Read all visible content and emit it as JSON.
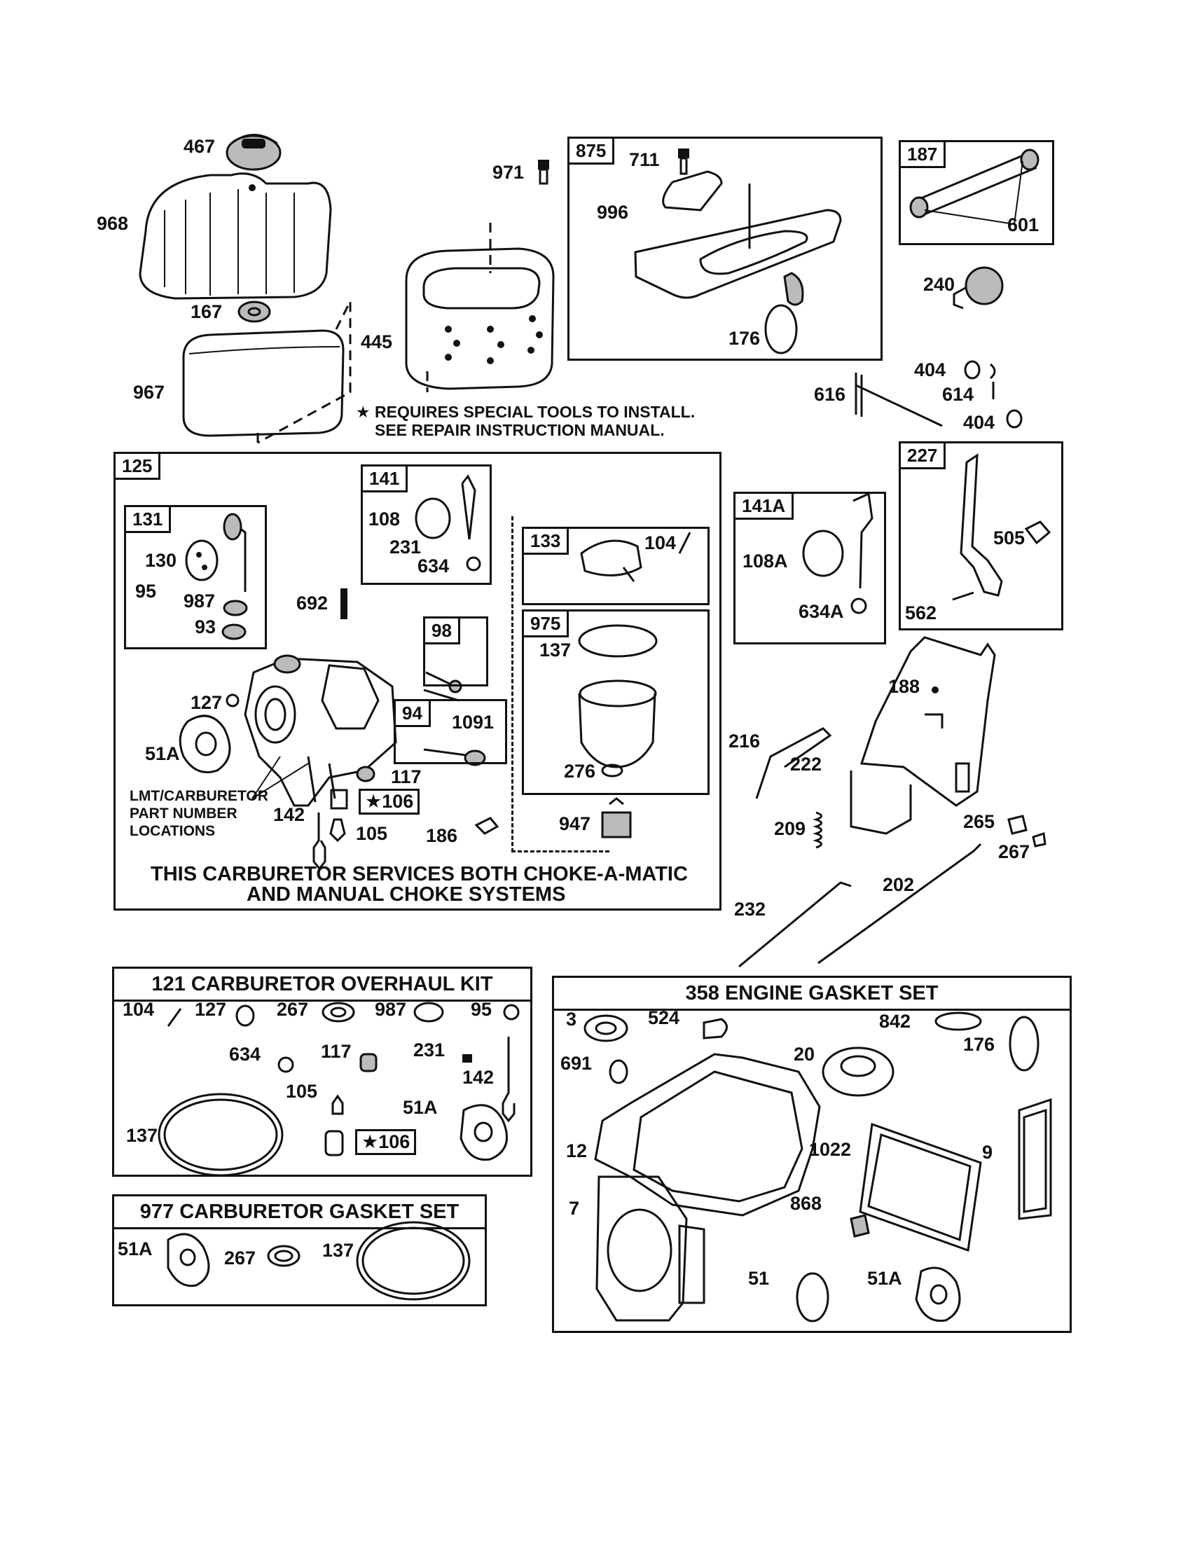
{
  "notes": {
    "special_tools": "★ REQUIRES SPECIAL TOOLS TO INSTALL.",
    "special_tools_2": "SEE REPAIR INSTRUCTION MANUAL.",
    "lmt_line1": "LMT/CARBURETOR",
    "lmt_line2": "PART NUMBER",
    "lmt_line3": "LOCATIONS",
    "carb_line1": "THIS CARBURETOR SERVICES BOTH CHOKE-A-MATIC",
    "carb_line2": "AND MANUAL CHOKE SYSTEMS"
  },
  "kits": {
    "overhaul": "121 CARBURETOR OVERHAUL KIT",
    "carb_gasket": "977 CARBURETOR GASKET SET",
    "engine_gasket": "358 ENGINE GASKET SET"
  },
  "boxes": {
    "b875": "875",
    "b187": "187",
    "b125": "125",
    "b131": "131",
    "b141": "141",
    "b141a": "141A",
    "b227": "227",
    "b133": "133",
    "b975": "975",
    "b98": "98",
    "b94": "94"
  },
  "parts": {
    "p467": "467",
    "p968": "968",
    "p167": "167",
    "p967": "967",
    "p445": "445",
    "p971": "971",
    "p711": "711",
    "p996": "996",
    "p176": "176",
    "p601": "601",
    "p240": "240",
    "p404a": "404",
    "p614": "614",
    "p616": "616",
    "p404b": "404",
    "p108": "108",
    "p231": "231",
    "p634": "634",
    "p130": "130",
    "p95": "95",
    "p987": "987",
    "p93": "93",
    "p692": "692",
    "p127": "127",
    "p51a": "51A",
    "p1091": "1091",
    "p117": "117",
    "p106": "★106",
    "p142": "142",
    "p105": "105",
    "p186": "186",
    "p104": "104",
    "p137": "137",
    "p276": "276",
    "p947": "947",
    "p108a": "108A",
    "p634a": "634A",
    "p505": "505",
    "p562": "562",
    "p188": "188",
    "p216": "216",
    "p222": "222",
    "p209": "209",
    "p265": "265",
    "p267": "267",
    "p232": "232",
    "p202": "202",
    "k_104": "104",
    "k_127": "127",
    "k_267": "267",
    "k_987": "987",
    "k_95": "95",
    "k_634": "634",
    "k_117": "117",
    "k_231": "231",
    "k_142": "142",
    "k_105": "105",
    "k_51a": "51A",
    "k_137": "137",
    "k_106": "★106",
    "g_51a": "51A",
    "g_267": "267",
    "g_137": "137",
    "e_3": "3",
    "e_524": "524",
    "e_842": "842",
    "e_176": "176",
    "e_691": "691",
    "e_20": "20",
    "e_12": "12",
    "e_1022": "1022",
    "e_9": "9",
    "e_7": "7",
    "e_868": "868",
    "e_51": "51",
    "e_51a": "51A"
  }
}
